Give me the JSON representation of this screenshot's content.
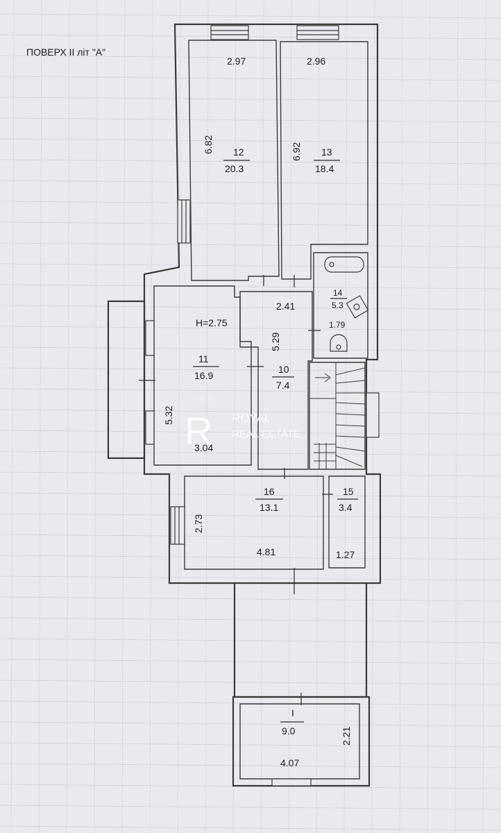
{
  "title": "ПОВЕРХ ІІ літ \"А\"",
  "rooms": [
    {
      "id": "12",
      "number": "12",
      "area": "20.3",
      "width": "2.97",
      "length": "6.82"
    },
    {
      "id": "13",
      "number": "13",
      "area": "18.4",
      "width": "2.96",
      "length": "6.92"
    },
    {
      "id": "14",
      "number": "14",
      "area": "5.3",
      "width": "1.79"
    },
    {
      "id": "10",
      "number": "10",
      "area": "7.4",
      "width": "2.41",
      "length": "5.29"
    },
    {
      "id": "11",
      "number": "11",
      "area": "16.9",
      "width": "3.04",
      "length": "5.32",
      "height": "H=2.75"
    },
    {
      "id": "16",
      "number": "16",
      "area": "13.1",
      "width": "4.81",
      "length": "2.73"
    },
    {
      "id": "15",
      "number": "15",
      "area": "3.4",
      "width": "1.27"
    },
    {
      "id": "terrace",
      "number": "І",
      "area": "9.0",
      "width": "4.07",
      "length": "2.21"
    }
  ],
  "watermark": {
    "brand": "ROYAL",
    "sub": "REAL ESTATE",
    "glyph": "R",
    "stars": "☆☆☆"
  },
  "colors": {
    "paper": "#e9eaee",
    "grid": "#cfd2da",
    "wall": "#3a3a3a",
    "watermark": "#ffffff"
  }
}
